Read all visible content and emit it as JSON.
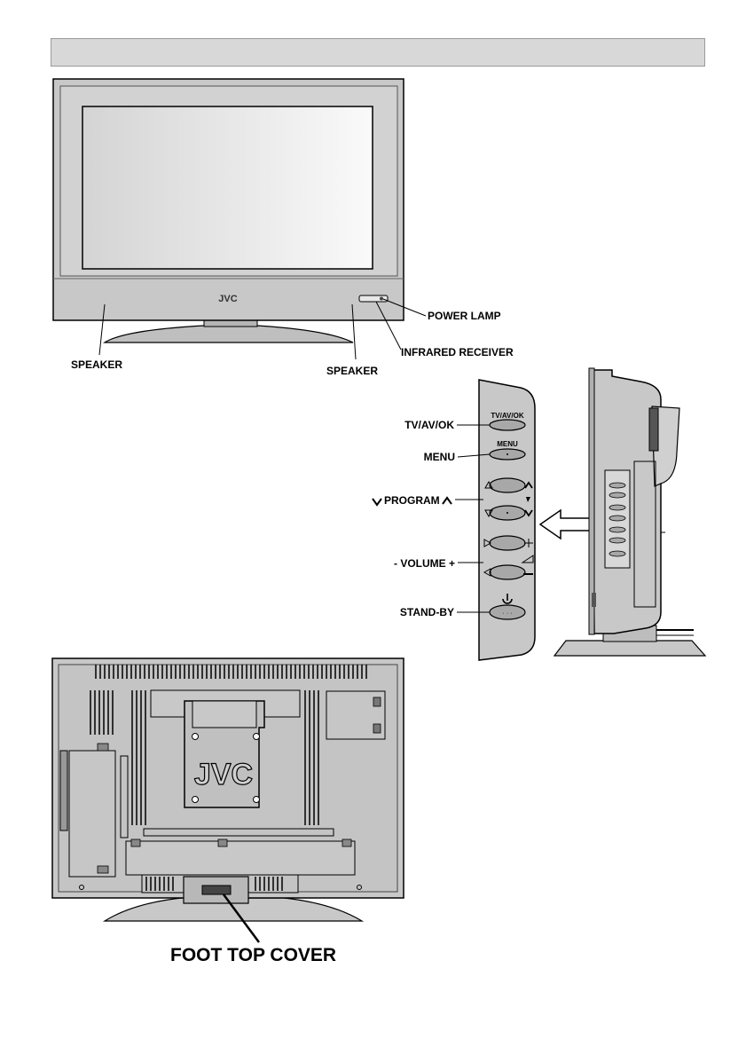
{
  "brand": "JVC",
  "front_view": {
    "power_lamp_label": "POWER LAMP",
    "infrared_label": "INFRARED RECEIVER",
    "speaker_left_label": "SPEAKER",
    "speaker_right_label": "SPEAKER"
  },
  "control_panel": {
    "tv_av_ok_label": "TV/AV/OK",
    "menu_label": "MENU",
    "program_label": "PROGRAM",
    "volume_label": "- VOLUME +",
    "standby_label": "STAND-BY",
    "tv_av_ok_button_text": "TV/AV/OK",
    "menu_button_text": "MENU"
  },
  "rear_view": {
    "foot_top_cover_label": "FOOT TOP COVER"
  },
  "colors": {
    "body_gray": "#c8c8c8",
    "line": "#000000",
    "header_gray": "#d8d8d8"
  }
}
